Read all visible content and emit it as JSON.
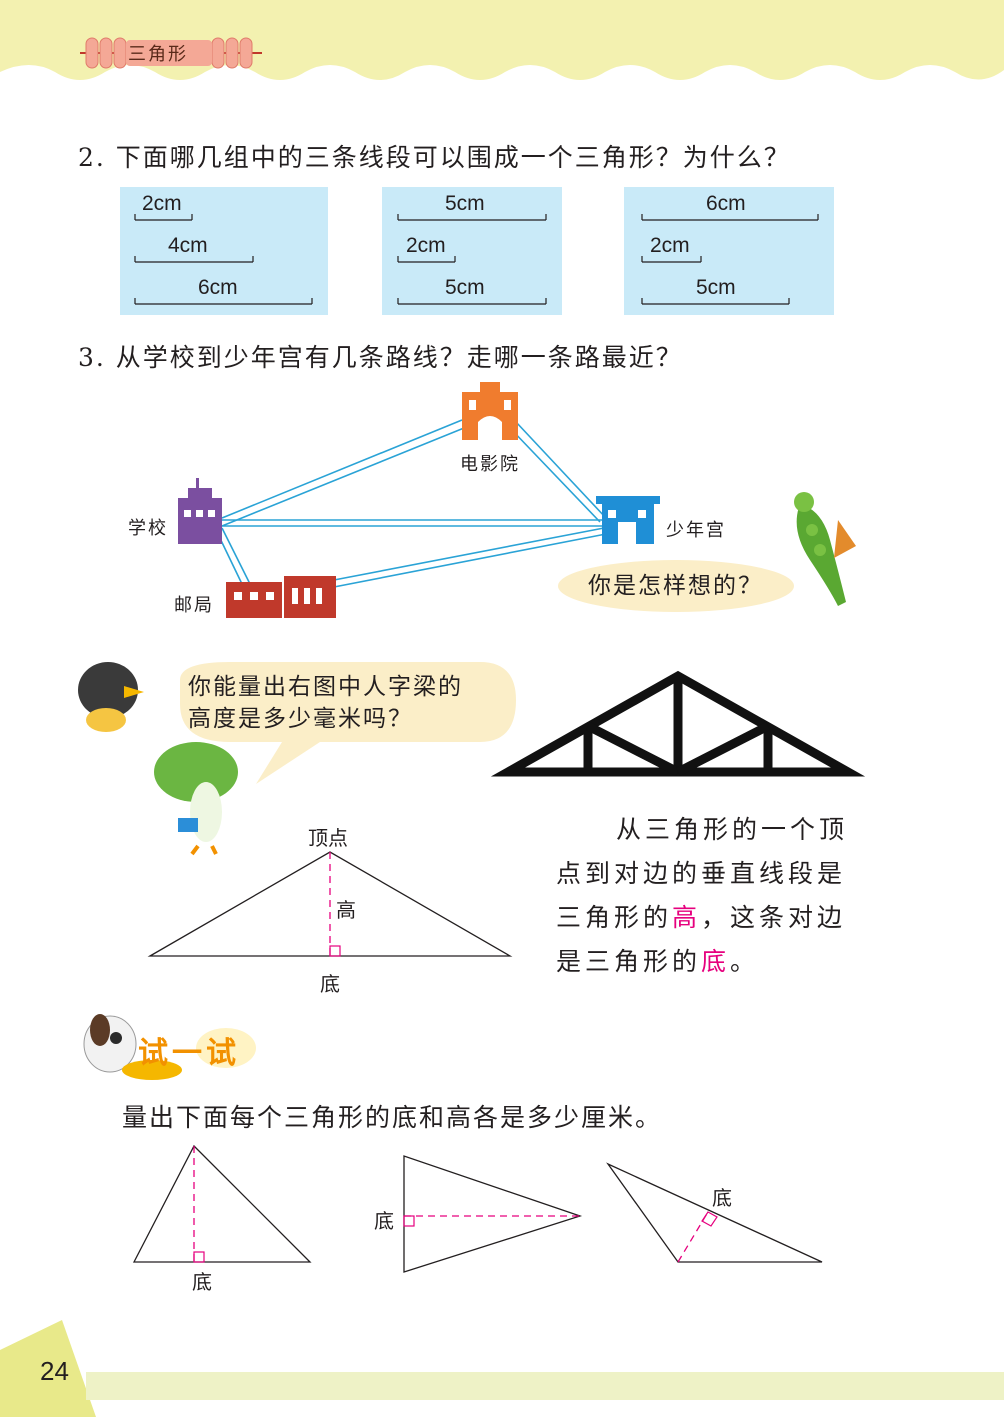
{
  "header": {
    "chapter_title": "三角形"
  },
  "question2": {
    "text": "2. 下面哪几组中的三条线段可以围成一个三角形？为什么？",
    "groups": [
      {
        "segments": [
          "2cm",
          "4cm",
          "6cm"
        ]
      },
      {
        "segments": [
          "5cm",
          "2cm",
          "5cm"
        ]
      },
      {
        "segments": [
          "6cm",
          "2cm",
          "5cm"
        ]
      }
    ]
  },
  "question3": {
    "text": "3. 从学校到少年宫有几条路线？走哪一条路最近？",
    "places": {
      "school": "学校",
      "cinema": "电影院",
      "youth_palace": "少年宫",
      "post_office": "邮局"
    },
    "bubble": "你是怎样想的？"
  },
  "truss_section": {
    "bubble_line1": "你能量出右图中人字梁的",
    "bubble_line2": "高度是多少毫米吗？"
  },
  "definition": {
    "vertex_label": "顶点",
    "height_label": "高",
    "base_label": "底",
    "line1": "从三角形的一个顶",
    "line2": "点到对边的垂直线段是",
    "line3_pre": "三角形的",
    "line3_hl": "高",
    "line3_post": "，这条对边",
    "line4_pre": "是三角形的",
    "line4_hl": "底",
    "line4_post": "。"
  },
  "try_it": {
    "title": "试一试",
    "instruction": "量出下面每个三角形的底和高各是多少厘米。",
    "labels": [
      "底",
      "底",
      "底"
    ]
  },
  "footer": {
    "page_number": "24"
  },
  "colors": {
    "header_band": "#f3f1b0",
    "segment_box": "#c9eaf8",
    "highlight": "#e6007e",
    "school": "#7b4fa0",
    "cinema": "#f07c2e",
    "youth_palace": "#1f8fd6",
    "post_office": "#c0392b",
    "route": "#2aa3d6"
  }
}
